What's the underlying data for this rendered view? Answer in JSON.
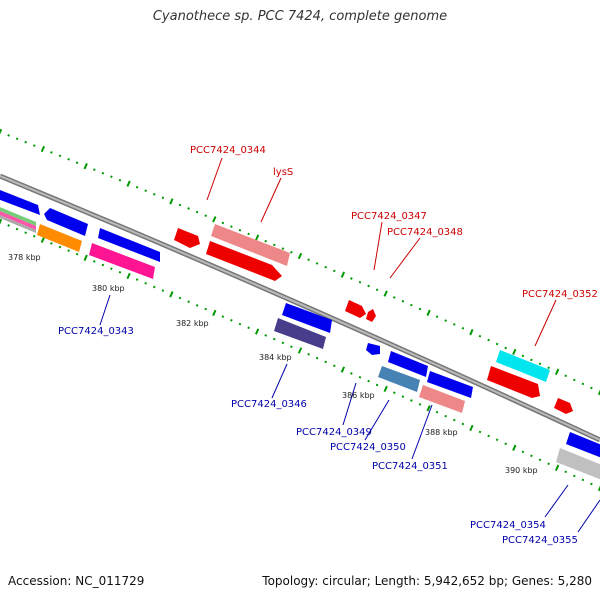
{
  "title": "Cyanothece sp. PCC 7424, complete genome",
  "footer": {
    "accession_label": "Accession:",
    "accession": "NC_011729",
    "topology_label": "Topology:",
    "topology": "circular",
    "length_label": "Length:",
    "length": "5,942,652 bp",
    "genes_label": "Genes:",
    "genes": "5,280"
  },
  "colors": {
    "label_red": "#cc0000",
    "label_blue": "#0000aa",
    "backbone": "#888888",
    "tick": "#009900"
  },
  "kbp_marks": [
    "378 kbp",
    "380 kbp",
    "382 kbp",
    "384 kbp",
    "386 kbp",
    "388 kbp",
    "390 kbp"
  ],
  "gene_labels": [
    {
      "text": "PCC7424_0344",
      "color": "red"
    },
    {
      "text": "lysS",
      "color": "red"
    },
    {
      "text": "PCC7424_0347",
      "color": "red"
    },
    {
      "text": "PCC7424_0348",
      "color": "red"
    },
    {
      "text": "PCC7424_0352",
      "color": "red"
    },
    {
      "text": "PCC7424_0343",
      "color": "blue"
    },
    {
      "text": "PCC7424_0346",
      "color": "blue"
    },
    {
      "text": "PCC7424_0349",
      "color": "blue"
    },
    {
      "text": "PCC7424_0350",
      "color": "blue"
    },
    {
      "text": "PCC7424_0351",
      "color": "blue"
    },
    {
      "text": "PCC7424_0354",
      "color": "blue"
    },
    {
      "text": "PCC7424_0355",
      "color": "blue"
    }
  ]
}
